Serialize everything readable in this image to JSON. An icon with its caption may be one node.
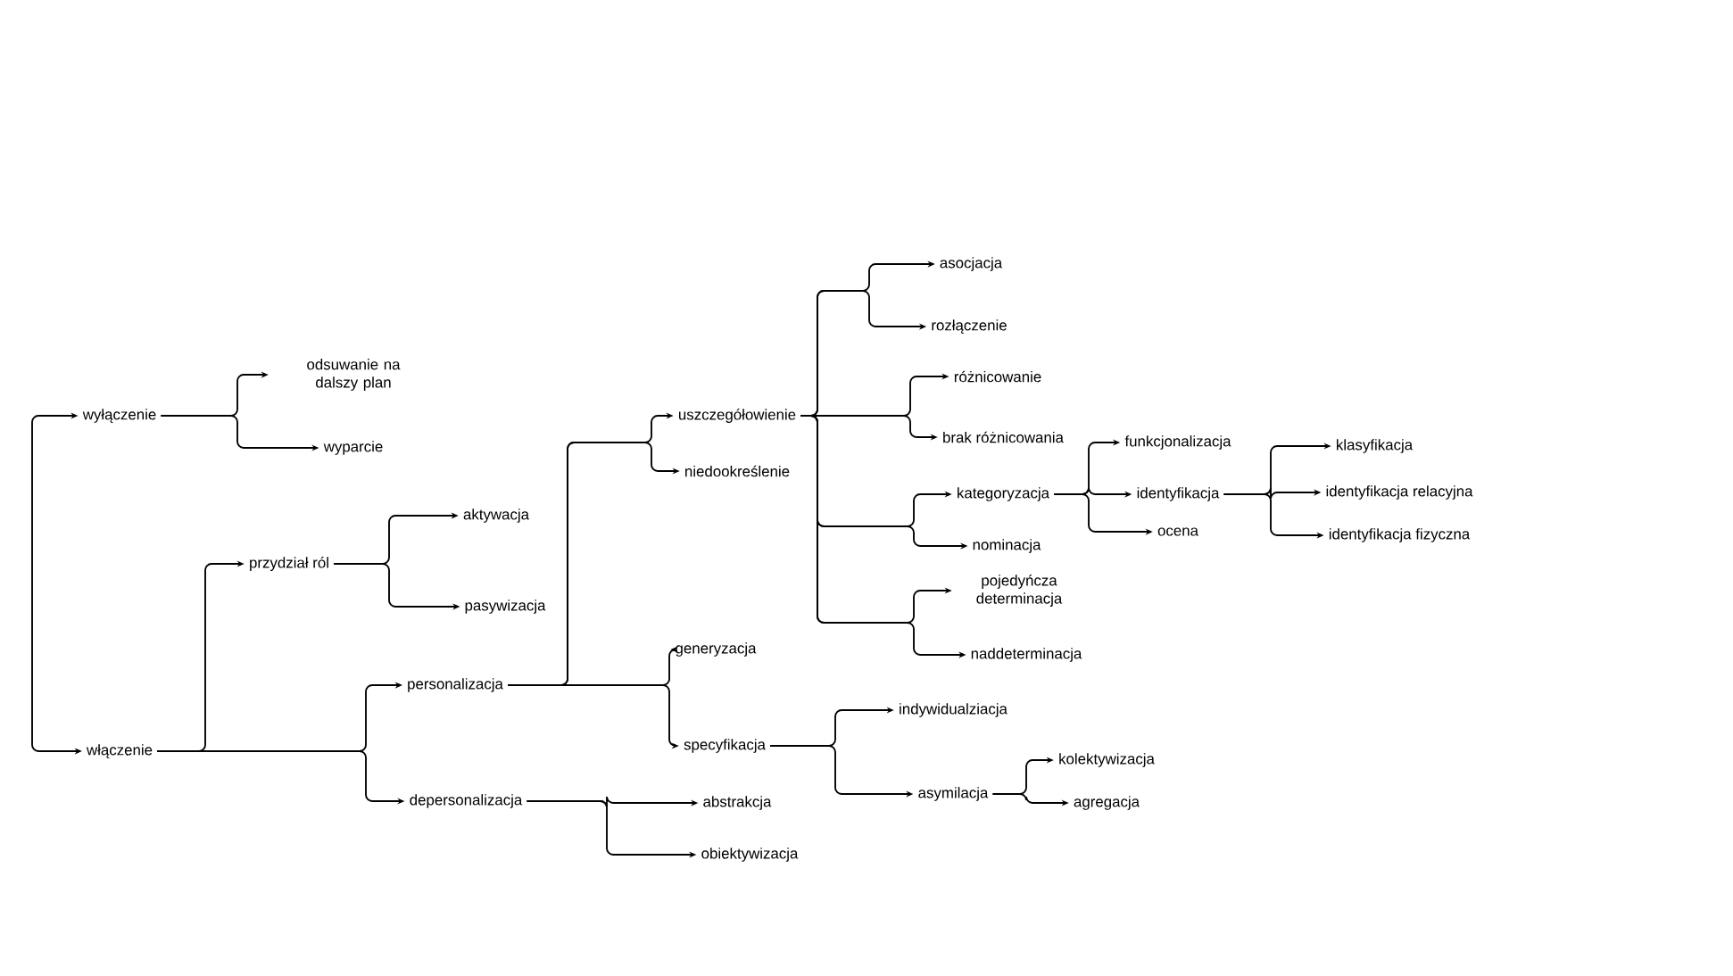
{
  "diagram": {
    "nodes": [
      {
        "text": [
          "wyłączenie"
        ]
      },
      {
        "text": [
          "odsuwanie na dalszy plan"
        ]
      },
      {
        "text": [
          "wyparcie"
        ]
      },
      {
        "text": [
          "włączenie"
        ]
      },
      {
        "text": [
          "przydział ról"
        ]
      },
      {
        "text": [
          "aktywacja"
        ]
      },
      {
        "text": [
          "pasywizacja"
        ]
      },
      {
        "text": [
          "personalizacja"
        ]
      },
      {
        "text": [
          "depersonalizacja"
        ]
      },
      {
        "text": [
          "uszczegółowienie"
        ]
      },
      {
        "text": [
          "niedookreślenie"
        ]
      },
      {
        "text": [
          "asocjacja"
        ]
      },
      {
        "text": [
          "rozłączenie"
        ]
      },
      {
        "text": [
          "różnicowanie"
        ]
      },
      {
        "text": [
          "brak różnicowania"
        ]
      },
      {
        "text": [
          "kategoryzacja"
        ]
      },
      {
        "text": [
          "nominacja"
        ]
      },
      {
        "text": [
          "pojedyńcza determinacja"
        ]
      },
      {
        "text": [
          "naddeterminacja"
        ]
      },
      {
        "text": [
          "funkcjonalizacja"
        ]
      },
      {
        "text": [
          "identyfikacja"
        ]
      },
      {
        "text": [
          "ocena"
        ]
      },
      {
        "text": [
          "klasyfikacja"
        ]
      },
      {
        "text": [
          "identyfikacja relacyjna"
        ]
      },
      {
        "text": [
          "identyfikacja fizyczna"
        ]
      },
      {
        "text": [
          "generyzacja"
        ]
      },
      {
        "text": [
          "specyfikacja"
        ]
      },
      {
        "text": [
          "indywidualziacja"
        ]
      },
      {
        "text": [
          "asymilacja"
        ]
      },
      {
        "text": [
          "kolektywizacja"
        ]
      },
      {
        "text": [
          "agregacja"
        ]
      },
      {
        "text": [
          "abstrakcja"
        ]
      },
      {
        "text": [
          "obiektywizacja"
        ]
      }
    ],
    "edges": [
      {
        "from": null,
        "to": 0,
        "arrow": "to"
      },
      {
        "from": null,
        "to": 3,
        "arrow": "to"
      },
      {
        "from": 0,
        "to": 1,
        "arrow": "to"
      },
      {
        "from": 0,
        "to": 2,
        "arrow": "to"
      },
      {
        "from": 3,
        "to": 4,
        "arrow": "to"
      },
      {
        "from": 3,
        "to": 7,
        "arrow": "to"
      },
      {
        "from": 3,
        "to": 8,
        "arrow": "to"
      },
      {
        "from": 4,
        "to": 5,
        "arrow": "to"
      },
      {
        "from": 4,
        "to": 6,
        "arrow": "to"
      },
      {
        "from": 7,
        "to": 9,
        "arrow": "to"
      },
      {
        "from": 7,
        "to": 10,
        "arrow": "to"
      },
      {
        "from": 7,
        "to": 25,
        "arrow": "to"
      },
      {
        "from": 7,
        "to": 26,
        "arrow": "to"
      },
      {
        "from": 8,
        "to": 31,
        "arrow": "to"
      },
      {
        "from": 8,
        "to": 32,
        "arrow": "to"
      },
      {
        "from": 9,
        "to": 11,
        "arrow": "to"
      },
      {
        "from": 9,
        "to": 12,
        "arrow": "to"
      },
      {
        "from": 9,
        "to": 13,
        "arrow": "to"
      },
      {
        "from": 9,
        "to": 14,
        "arrow": "to"
      },
      {
        "from": 9,
        "to": 15,
        "arrow": "to"
      },
      {
        "from": 9,
        "to": 16,
        "arrow": "to"
      },
      {
        "from": 9,
        "to": 17,
        "arrow": "to"
      },
      {
        "from": 9,
        "to": 18,
        "arrow": "to"
      },
      {
        "from": 15,
        "to": 19,
        "arrow": "to"
      },
      {
        "from": 15,
        "to": 20,
        "arrow": "to"
      },
      {
        "from": 15,
        "to": 21,
        "arrow": "to"
      },
      {
        "from": 20,
        "to": 22,
        "arrow": "to"
      },
      {
        "from": 20,
        "to": 23,
        "arrow": "to"
      },
      {
        "from": 20,
        "to": 24,
        "arrow": "to"
      },
      {
        "from": 26,
        "to": 27,
        "arrow": "to"
      },
      {
        "from": 26,
        "to": 28,
        "arrow": "to"
      },
      {
        "from": 28,
        "to": 29,
        "arrow": "to"
      },
      {
        "from": 28,
        "to": 30,
        "arrow": "to"
      }
    ]
  }
}
